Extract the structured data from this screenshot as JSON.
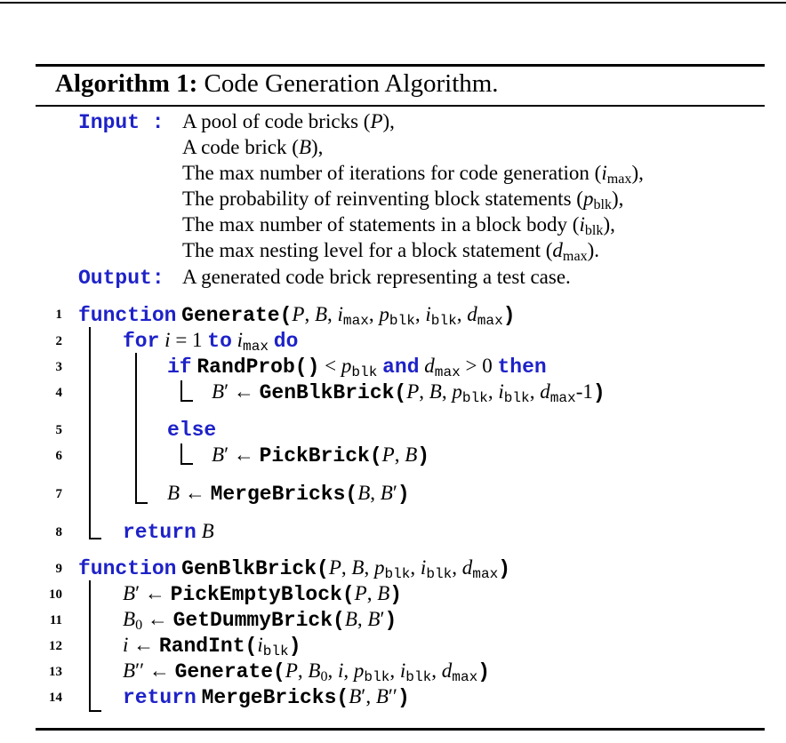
{
  "algorithm": {
    "label": "Algorithm 1:",
    "title": "Code Generation Algorithm."
  },
  "input": {
    "keyword": "Input",
    "sep": ":",
    "lines": [
      "A pool of code bricks (P),",
      "A code brick (B),",
      "The max number of iterations for code generation (i_max),",
      "The probability of reinventing block statements (p_blk),",
      "The max number of statements in a block body (i_blk),",
      "The max nesting level for a block statement (d_max)."
    ]
  },
  "output": {
    "keyword": "Output",
    "sep": ":",
    "text": "A generated code brick representing a test case."
  },
  "keywords": {
    "function": "function",
    "for": "for",
    "to": "to",
    "do": "do",
    "if": "if",
    "and": "and",
    "then": "then",
    "else": "else",
    "return": "return"
  },
  "functions": {
    "generate": "Generate",
    "rand_prob": "RandProb()",
    "gen_blk_brick": "GenBlkBrick",
    "pick_brick": "PickBrick",
    "merge_bricks": "MergeBricks",
    "pick_empty_block": "PickEmptyBlock",
    "get_dummy_brick": "GetDummyBrick",
    "rand_int": "RandInt"
  },
  "line_numbers": [
    "1",
    "2",
    "3",
    "4",
    "5",
    "6",
    "7",
    "8",
    "9",
    "10",
    "11",
    "12",
    "13",
    "14"
  ]
}
